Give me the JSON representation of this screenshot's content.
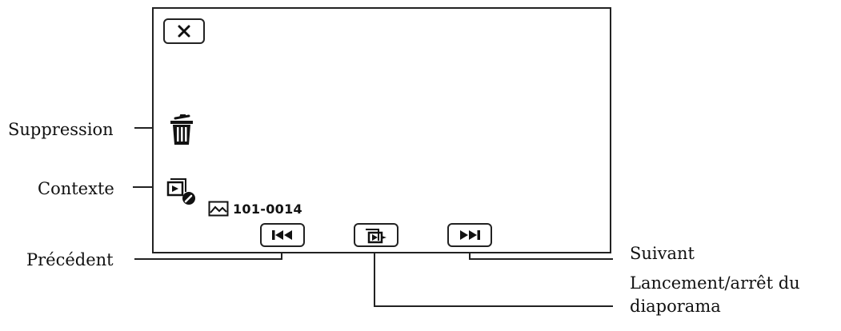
{
  "screen": {
    "close_icon": "close-icon",
    "delete_icon": "trash-icon",
    "context_icon": "context-icon",
    "file_icon": "photo-icon",
    "file_number": "101-0014",
    "prev_icon": "skip-previous-icon",
    "slideshow_icon": "slideshow-icon",
    "next_icon": "skip-next-icon"
  },
  "callouts": {
    "suppression": "Suppression",
    "contexte": "Contexte",
    "precedent": "Précédent",
    "suivant": "Suivant",
    "lancement_line1": "Lancement/arrêt du",
    "lancement_line2": "diaporama"
  }
}
